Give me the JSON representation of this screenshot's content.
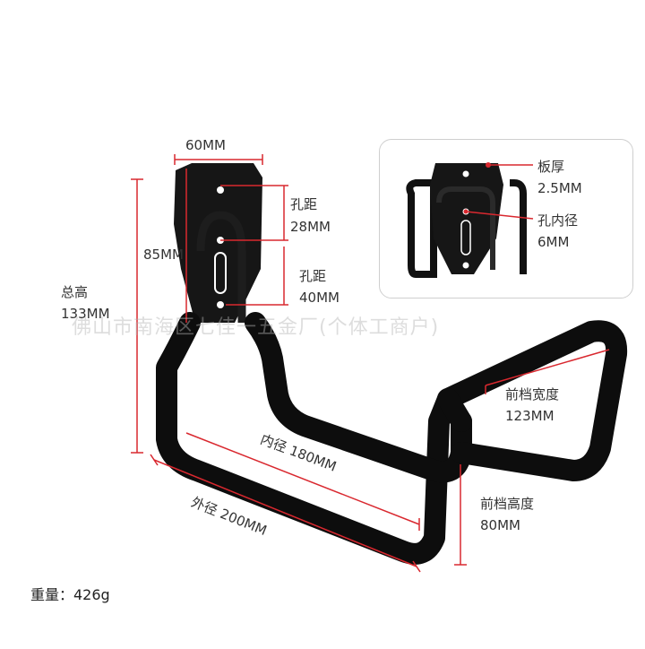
{
  "labels": {
    "width_top": "60MM",
    "hole_spacing_1_title": "孔距",
    "hole_spacing_1_value": "28MM",
    "hole_spacing_2_title": "孔距",
    "hole_spacing_2_value": "40MM",
    "plate_height": "85MM",
    "total_height_title": "总高",
    "total_height_value": "133MM",
    "front_width_title": "前档宽度",
    "front_width_value": "123MM",
    "front_height_title": "前档高度",
    "front_height_value": "80MM",
    "inner_diameter": "内径 180MM",
    "outer_diameter": "外径 200MM",
    "weight": "重量：426g"
  },
  "inset": {
    "plate_thickness_title": "板厚",
    "plate_thickness_value": "2.5MM",
    "hole_inner_diameter_title": "孔内径",
    "hole_inner_diameter_value": "6MM"
  },
  "watermark": "佛山市南海区七佳一五金厂(个体工商户)",
  "colors": {
    "dimension_line": "#d9282f",
    "product": "#111111",
    "text": "#333333"
  }
}
